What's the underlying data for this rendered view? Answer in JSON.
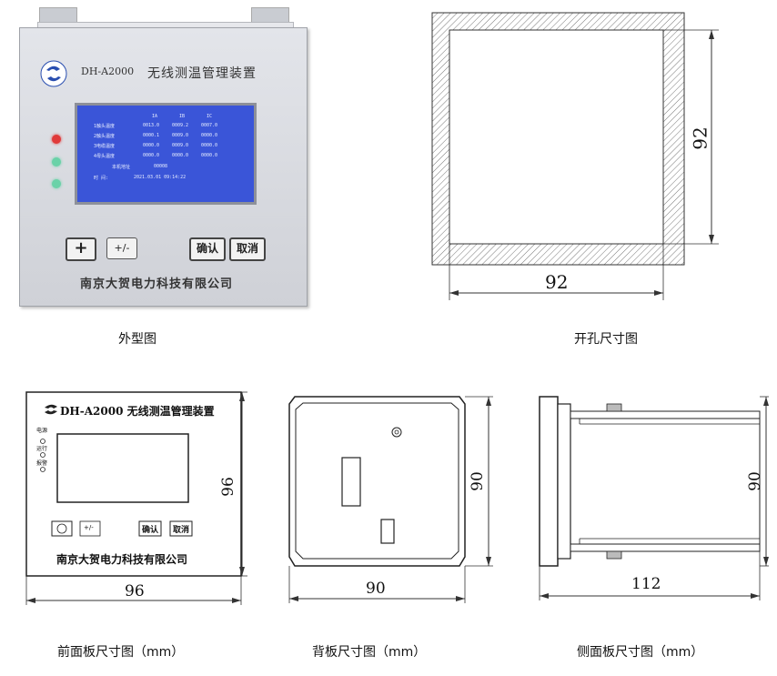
{
  "device": {
    "model": "DH-A2000",
    "name": "无线测温管理装置",
    "company": "南京大贺电力科技有限公司",
    "buttons": {
      "plus": "+",
      "plusminus": "+/-",
      "confirm": "确认",
      "cancel": "取消"
    },
    "screen": {
      "columns": [
        "IA",
        "IB",
        "IC"
      ],
      "rows": [
        {
          "label": "1触头温度",
          "values": [
            "0013.0",
            "0009.2",
            "0007.0"
          ]
        },
        {
          "label": "2触头温度",
          "values": [
            "0000.1",
            "0009.0",
            "0000.0"
          ]
        },
        {
          "label": "3电缆温度",
          "values": [
            "0000.0",
            "0009.0",
            "0000.0"
          ]
        },
        {
          "label": "4母头温度",
          "values": [
            "0000.0",
            "0000.0",
            "0000.0"
          ]
        }
      ],
      "extra_label": "本机地址",
      "extra_value": "00008",
      "time_label": "时  间:",
      "time_value": "2021.03.01 09:14:22"
    },
    "side_labels": [
      "电源",
      "运行",
      "报警"
    ],
    "front_title": "DH-A2000 无线测温管理装置"
  },
  "captions": {
    "appearance": "外型图",
    "cutout": "开孔尺寸图",
    "front": "前面板尺寸图（mm）",
    "back": "背板尺寸图（mm）",
    "side": "侧面板尺寸图（mm）"
  },
  "dimensions": {
    "cutout_height": "92",
    "cutout_width": "92",
    "front_height": "96",
    "front_width": "96",
    "back_height": "90",
    "back_width": "90",
    "side_height": "90",
    "side_width": "112"
  },
  "colors": {
    "panel": "#d9dbe0",
    "screen": "#3a55d8",
    "led_red": "#e03a3a",
    "led_green": "#6ad2a8"
  }
}
